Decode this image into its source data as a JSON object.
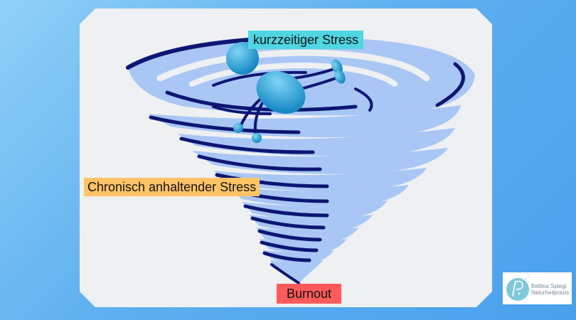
{
  "labels": {
    "short_term": "kurzzeitiger Stress",
    "chronic": "Chronisch anhaltender Stress",
    "burnout": "Burnout"
  },
  "logo": {
    "name": "Bettina Spiegl",
    "subtitle": "Naturheilpraxis"
  },
  "colors": {
    "background": "#5fb0f0",
    "tornado_light": "#a9c7f5",
    "tornado_dark": "#0d1673",
    "figure": "#2aa3d8",
    "label_short": "#4fd6e3",
    "label_chronic": "#ffc467",
    "label_burnout": "#ff5b5b"
  }
}
